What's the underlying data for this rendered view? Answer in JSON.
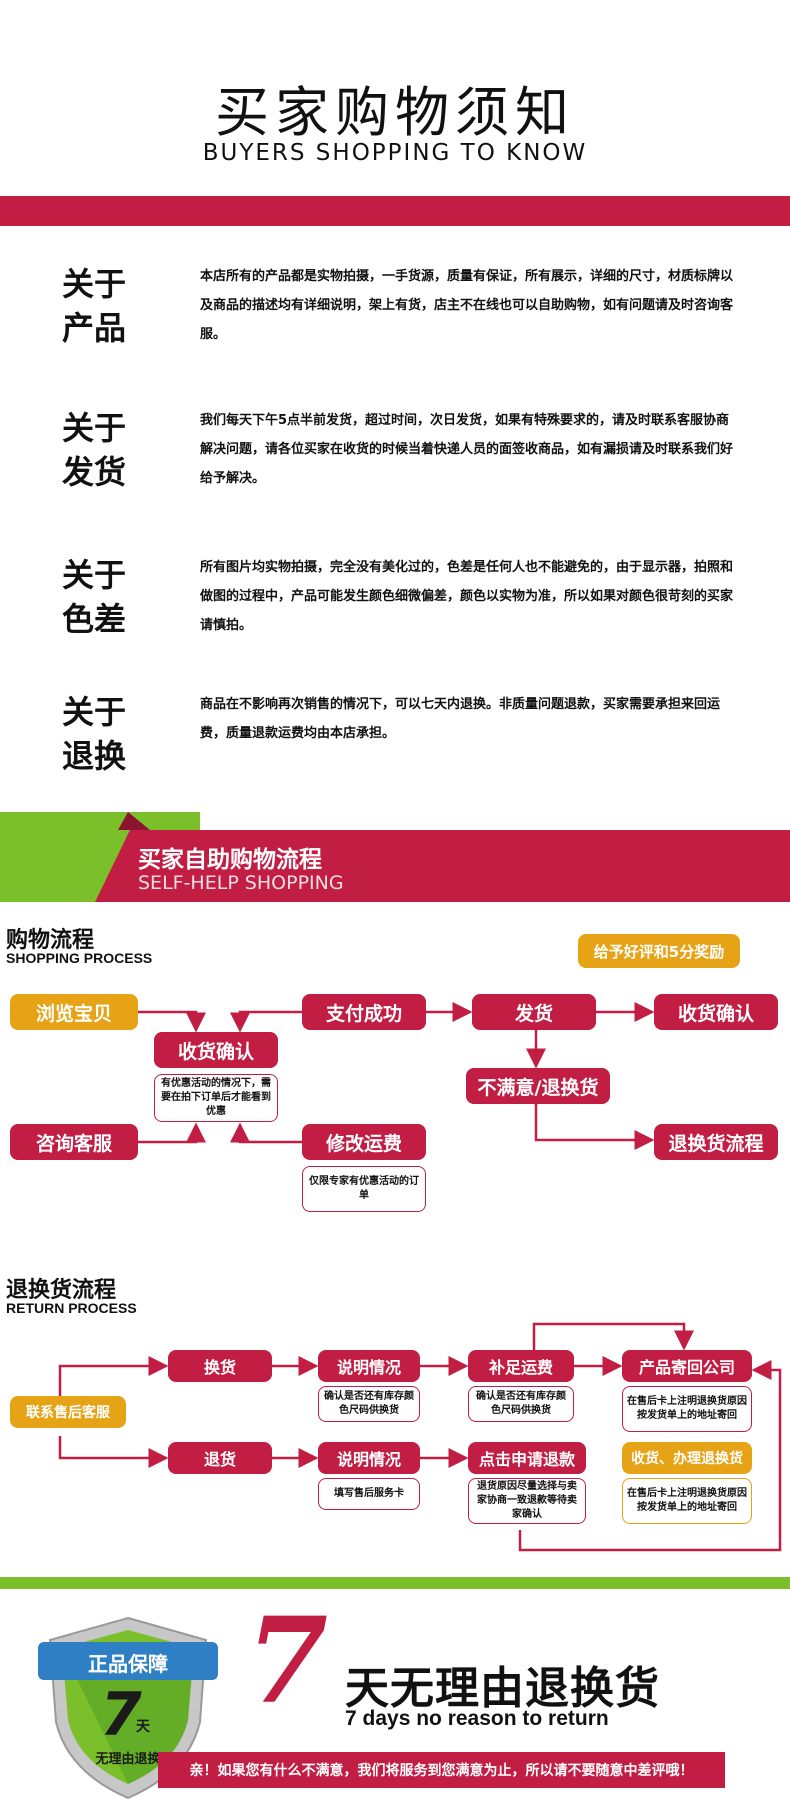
{
  "colors": {
    "red": "#c21e44",
    "orange": "#e6a316",
    "green": "#7bc02b",
    "dark_green": "#3a8a1e"
  },
  "header": {
    "title": "买家购物须知",
    "subtitle": "BUYERS SHOPPING TO KNOW"
  },
  "about": [
    {
      "line1": "关于",
      "line2": "产品",
      "text": "本店所有的产品都是实物拍摄，一手货源，质量有保证，所有展示，详细的尺寸，材质标牌以及商品的描述均有详细说明，架上有货，店主不在线也可以自助购物，如有问题请及时咨询客服。"
    },
    {
      "line1": "关于",
      "line2": "发货",
      "text": "我们每天下午5点半前发货，超过时间，次日发货，如果有特殊要求的，请及时联系客服协商解决问题，请各位买家在收货的时候当着快递人员的面签收商品，如有漏损请及时联系我们好给予解决。"
    },
    {
      "line1": "关于",
      "line2": "色差",
      "text": "所有图片均实物拍摄，完全没有美化过的，色差是任何人也不能避免的，由于显示器，拍照和做图的过程中，产品可能发生颜色细微偏差，颜色以实物为准，所以如果对颜色很苛刻的买家请慎拍。"
    },
    {
      "line1": "关于",
      "line2": "退换",
      "text": "商品在不影响再次销售的情况下，可以七天内退换。非质量问题退款，买家需要承担来回运费，质量退款运费均由本店承担。"
    }
  ],
  "banner": {
    "cn": "买家自助购物流程",
    "en": "SELF-HELP SHOPPING"
  },
  "shopping": {
    "title_cn": "购物流程",
    "title_en": "SHOPPING PROCESS",
    "reward": "给予好评和5分奖励",
    "browse": "浏览宝贝",
    "confirm1": "收货确认",
    "confirm_note": "有优惠活动的情况下，需要在拍下订单后才能看到优惠",
    "pay": "支付成功",
    "ship": "发货",
    "receive": "收货确认",
    "unhappy": "不满意/退换货",
    "consult": "咨询客服",
    "modify": "修改运费",
    "modify_note": "仅限专家有优惠活动的订单",
    "return_flow": "退换货流程"
  },
  "returns": {
    "title_cn": "退换货流程",
    "title_en": "RETURN PROCESS",
    "contact": "联系售后客服",
    "exchange": "换货",
    "explain1": "说明情况",
    "explain1_note": "确认是否还有库存颜色尺码供换货",
    "freight": "补足运费",
    "freight_note": "确认是否还有库存颜色尺码供换货",
    "send_back": "产品寄回公司",
    "send_back_note": "在售后卡上注明退换货原因按发货单上的地址寄回",
    "refund": "退货",
    "explain2": "说明情况",
    "explain2_note": "填写售后服务卡",
    "apply": "点击申请退款",
    "apply_note": "退货原因尽量选择与卖家协商一致退款等待卖家确认",
    "receive_process": "收货、办理退换货",
    "receive_note": "在售后卡上注明退换货原因按发货单上的地址寄回"
  },
  "guarantee": {
    "shield_top": "正品保障",
    "shield_num": "7",
    "shield_day": "天",
    "shield_bottom": "无理由退换",
    "big_num": "7",
    "cn": "天无理由退换货",
    "en": "7 days no reason to return",
    "bar": "亲！如果您有什么不满意，我们将服务到您满意为止，所以请不要随意中差评哦！"
  }
}
